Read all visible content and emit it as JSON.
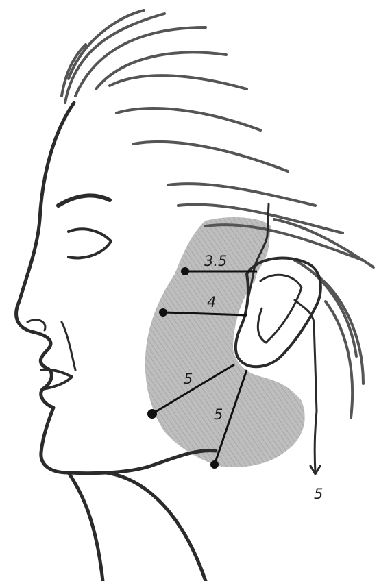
{
  "diagram": {
    "labels": {
      "zone_upper": "3.5",
      "zone_mid": "4",
      "zone_cheek": "5",
      "zone_jaw": "5",
      "zone_neck": "5"
    },
    "colors": {
      "ink": "#2b2b2b",
      "shade": "#a9a9a9",
      "hair": "#555555",
      "background": "#ffffff"
    }
  }
}
